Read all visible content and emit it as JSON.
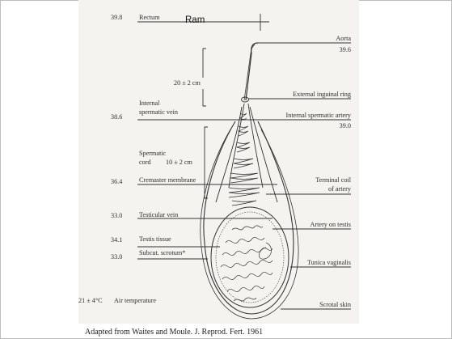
{
  "slide": {
    "species_label": "Ram",
    "caption": "Adapted from Waites and Moule. J. Reprod. Fert. 1961"
  },
  "left_labels": {
    "rectum_temp": "39.8",
    "rectum": "Rectum",
    "int_sperm_vein_l1": "Internal",
    "int_sperm_vein_l2": "spermatic vein",
    "int_sperm_vein_temp": "38.6",
    "sperm_cord_l1": "Spermatic",
    "sperm_cord_l2": "cord",
    "sperm_cord_len": "10 ± 2 cm",
    "cremaster_temp": "36.4",
    "cremaster": "Cremaster membrane",
    "test_vein_temp": "33.0",
    "test_vein": "Testicular vein",
    "testis_temp": "34.1",
    "testis": "Testis tissue",
    "scrotum_temp": "33.0",
    "scrotum": "Subcut. scrotum*",
    "air_temp_value": "21 ± 4°C",
    "air_temp": "Air temperature"
  },
  "right_labels": {
    "aorta": "Aorta",
    "aorta_temp": "39.6",
    "ring": "External inguinal ring",
    "artery": "Internal spermatic artery",
    "artery_temp": "39.0",
    "coil_l1": "Terminal coil",
    "coil_l2": "of artery",
    "artery_on_testis": "Artery on testis",
    "tunica": "Tunica vaginalis",
    "scrotal_skin": "Scrotal skin"
  },
  "center_labels": {
    "distance": "20 ± 2 cm"
  },
  "colors": {
    "panel_bg": "#f4f3ef",
    "line": "#333333",
    "text": "#2f2f2f"
  }
}
